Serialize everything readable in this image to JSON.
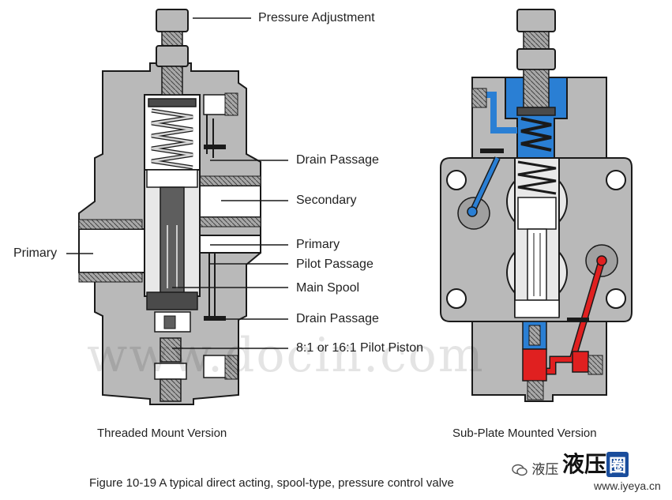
{
  "labels": {
    "pressure_adjustment": "Pressure Adjustment",
    "drain_passage_upper": "Drain Passage",
    "secondary": "Secondary",
    "primary_right": "Primary",
    "primary_left": "Primary",
    "pilot_passage": "Pilot Passage",
    "main_spool": "Main Spool",
    "drain_passage_lower": "Drain Passage",
    "pilot_piston": "8:1 or 16:1 Pilot Piston"
  },
  "captions": {
    "left_version": "Threaded Mount Version",
    "right_version": "Sub-Plate Mounted Version",
    "figure": "Figure 10-19    A typical direct acting, spool-type, pressure control valve"
  },
  "watermark": "www.docin.com",
  "brand": {
    "wechat_text": "液压",
    "logo_text": "液压",
    "logo_badge": "圈",
    "url": "www.iyeya.cn"
  },
  "colors": {
    "body_gray": "#b9b9b9",
    "dark_gray": "#5e5e5e",
    "outline": "#1a1a1a",
    "pilot_blue": "#2a7fd4",
    "pilot_red": "#e02020",
    "brand_blue": "#1a4d9c"
  },
  "icons": {
    "wechat": "wechat-icon"
  }
}
